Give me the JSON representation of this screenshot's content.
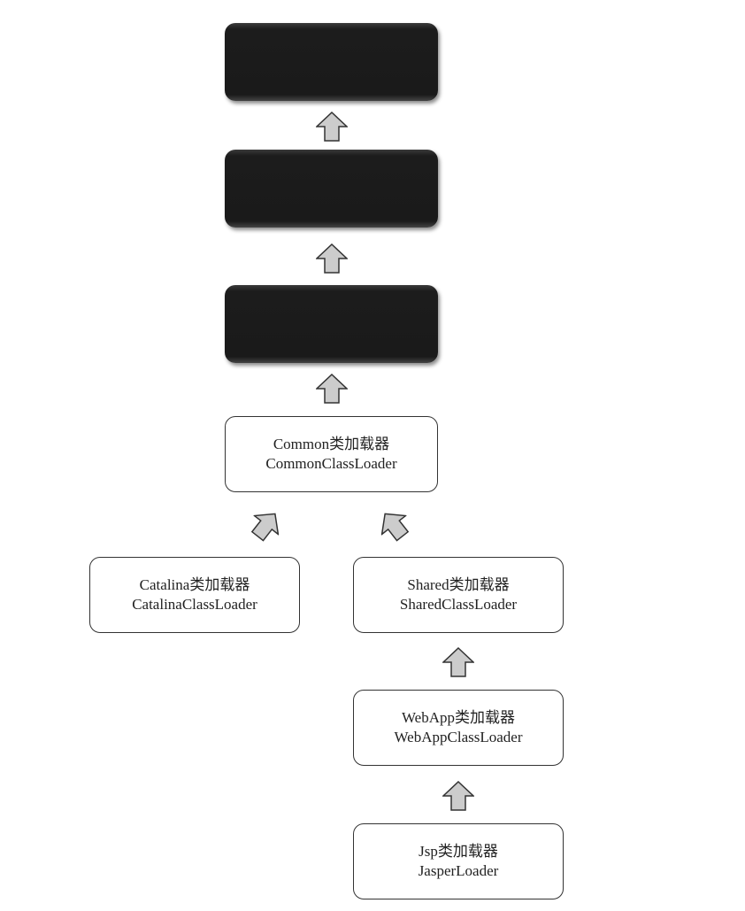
{
  "nodes": {
    "common": {
      "title": "Common类加载器",
      "name": "CommonClassLoader"
    },
    "catalina": {
      "title": "Catalina类加载器",
      "name": "CatalinaClassLoader"
    },
    "shared": {
      "title": "Shared类加载器",
      "name": "SharedClassLoader"
    },
    "webapp": {
      "title": "WebApp类加载器",
      "name": "WebAppClassLoader"
    },
    "jsp": {
      "title": "Jsp类加载器",
      "name": "JasperLoader"
    }
  },
  "colors": {
    "arrow_fill": "#cccccc",
    "stroke": "#333333",
    "redacted_box": "#1c1c1c"
  }
}
